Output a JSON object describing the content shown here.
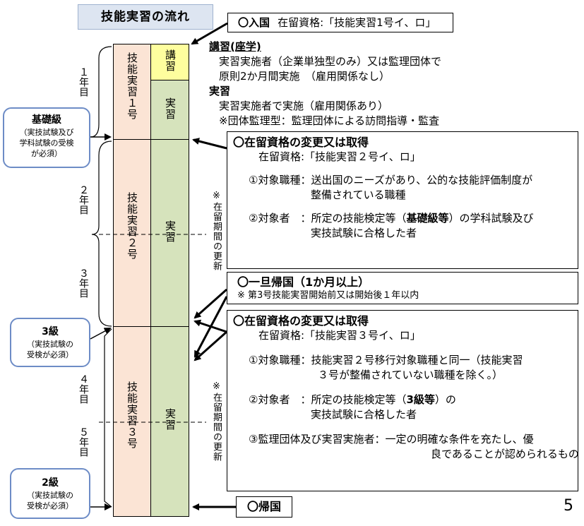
{
  "title": "技能実習の流れ",
  "page_number": "5",
  "columns": {
    "stage1": "技能実習１号",
    "stage2": "技能実習２号",
    "stage3": "技能実習３号",
    "lecture": "講習",
    "practice1": "実習",
    "practice2": "実習",
    "practice3": "実習"
  },
  "years": {
    "y1": "１年目",
    "y2": "２年目",
    "y3": "３年目",
    "y4": "４年目",
    "y5": "５年目"
  },
  "levels": [
    {
      "name": "基礎級",
      "note1": "（実技試験及び",
      "note2": "学科試験の受検",
      "note3": "が必須）"
    },
    {
      "name": "3級",
      "note1": "（実技試験の",
      "note2": "受検が必須）"
    },
    {
      "name": "2級",
      "note1": "（実技試験の",
      "note2": "受検が必須）"
    }
  ],
  "renewal_note": "※在留期間の更新",
  "entry": {
    "label": "〇入国",
    "status": "在留資格:「技能実習1号イ、ロ」"
  },
  "stage1_desc": {
    "lecture_heading": "講習(座学)",
    "lecture_line1": "実習実施者（企業単独型のみ）又は監理団体で",
    "lecture_line2": "原則2か月間実施　（雇用関係なし）",
    "practice_heading": "実習",
    "practice_line1": "実習実施者で実施（雇用関係あり）",
    "practice_line2": "※団体監理型：監理団体による訪問指導・監査"
  },
  "change2": {
    "heading": "〇在留資格の変更又は取得",
    "status": "在留資格:「技能実習２号イ、ロ」",
    "item1_label": "①対象職種：",
    "item1_line1": "送出国のニーズがあり、公的な技能評価制度が",
    "item1_line2": "整備されている職種",
    "item2_label": "②対象者　：",
    "item2_pre": "所定の技能検定等（",
    "item2_bold": "基礎級等",
    "item2_post": "）の学科試験及び",
    "item2_line2": "実技試験に合格した者"
  },
  "temp_return": {
    "heading": "〇一旦帰国（1か月以上）",
    "note": "※ 第3号技能実習開始前又は開始後１年以内"
  },
  "change3": {
    "heading": "〇在留資格の変更又は取得",
    "status": "在留資格:「技能実習３号イ、ロ」",
    "item1_label": "①対象職種：",
    "item1_line1": "技能実習２号移行対象職種と同一（技能実習",
    "item1_line2": "３号が整備されていない職種を除く。）",
    "item2_label": "②対象者　：",
    "item2_pre": "所定の技能検定等（",
    "item2_bold": "3級等",
    "item2_post": "）の",
    "item2_line2": "実技試験に合格した者",
    "item3_label": "③監理団体及び実習実施者：",
    "item3_line1": "一定の明確な条件を充たし、優",
    "item3_line2": "良であることが認められるもの"
  },
  "return_home": {
    "label": "〇帰国"
  }
}
